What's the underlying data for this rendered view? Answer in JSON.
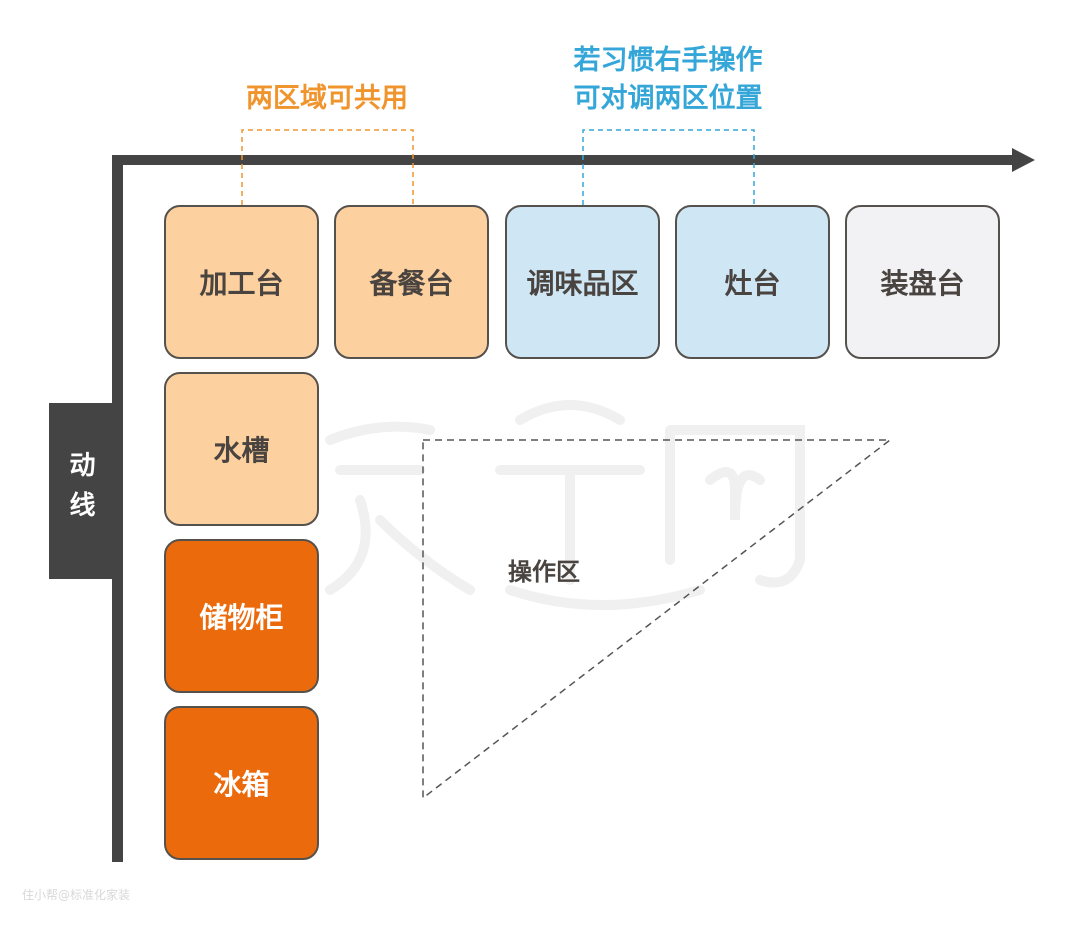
{
  "watermark": "爱空间",
  "credit": "住小帮@标准化家装",
  "axis_label": "动线",
  "notes": {
    "shared": "两区域可共用",
    "swap_line1": "若习惯右手操作",
    "swap_line2": "可对调两区位置"
  },
  "top_row": [
    "加工台",
    "备餐台",
    "调味品区",
    "灶台",
    "装盘台"
  ],
  "left_column": [
    "水槽",
    "储物柜",
    "冰箱"
  ],
  "work_zone": "操作区",
  "colors": {
    "light_orange": "#fdd09f",
    "light_blue": "#cfe6f5",
    "light_gray": "#f2f2f4",
    "dark_orange": "#eb6a0c",
    "orange_text": "#f0952e",
    "blue_text": "#35a6d8",
    "axis": "#444444"
  }
}
